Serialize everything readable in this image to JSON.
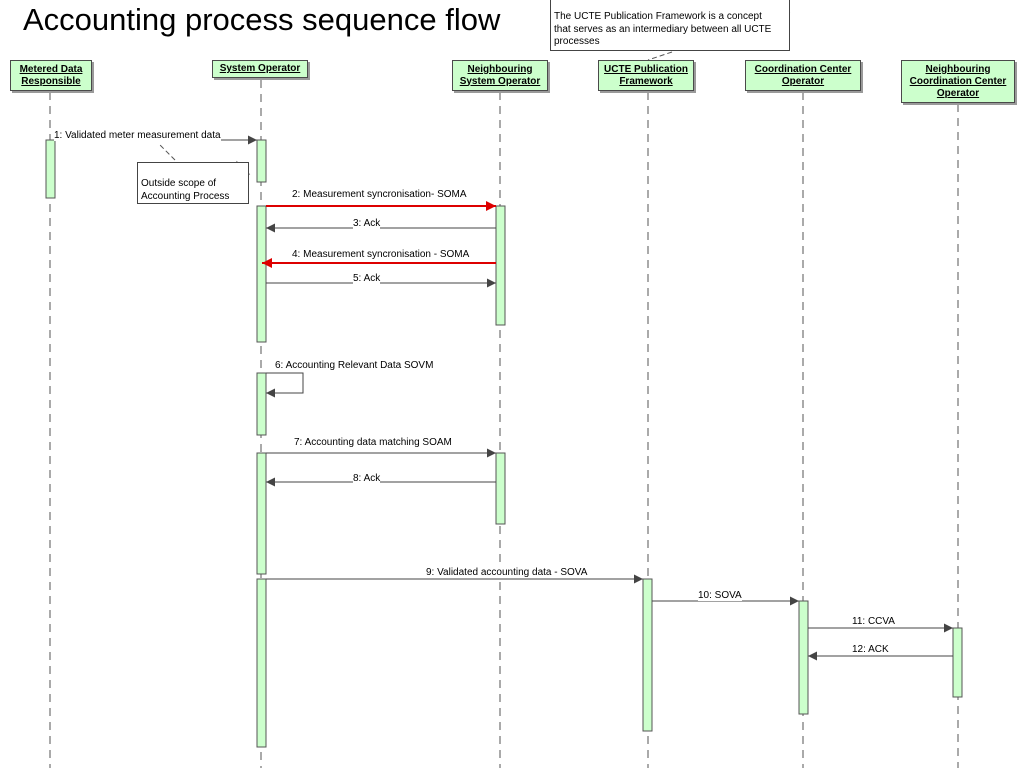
{
  "title": "Accounting process sequence flow",
  "actors": [
    {
      "id": "mdr",
      "label": "Metered Data Responsible"
    },
    {
      "id": "so",
      "label": "System Operator"
    },
    {
      "id": "nso",
      "label": "Neighbouring System Operator"
    },
    {
      "id": "upf",
      "label": "UCTE Publication Framework"
    },
    {
      "id": "cco",
      "label": "Coordination Center Operator"
    },
    {
      "id": "ncco",
      "label": "Neighbouring Coordination Center Operator"
    }
  ],
  "notes": {
    "framework": "The UCTE Publication Framework is a concept that serves as an intermediary between all UCTE processes",
    "outside_scope": "Outside scope of Accounting Process"
  },
  "messages": [
    {
      "label": "1: Validated meter measurement data"
    },
    {
      "label": "2: Measurement syncronisation- SOMA"
    },
    {
      "label": "3: Ack"
    },
    {
      "label": "4: Measurement syncronisation - SOMA"
    },
    {
      "label": "5: Ack"
    },
    {
      "label": "6: Accounting Relevant Data SOVM"
    },
    {
      "label": "7: Accounting data matching  SOAM"
    },
    {
      "label": "8: Ack"
    },
    {
      "label": "9: Validated accounting data - SOVA"
    },
    {
      "label": "10: SOVA"
    },
    {
      "label": "11: CCVA"
    },
    {
      "label": "12: ACK"
    }
  ],
  "colors": {
    "activation_fill": "#ccffcc",
    "highlight_arrow": "#dd0000",
    "normal_arrow": "#444444"
  }
}
